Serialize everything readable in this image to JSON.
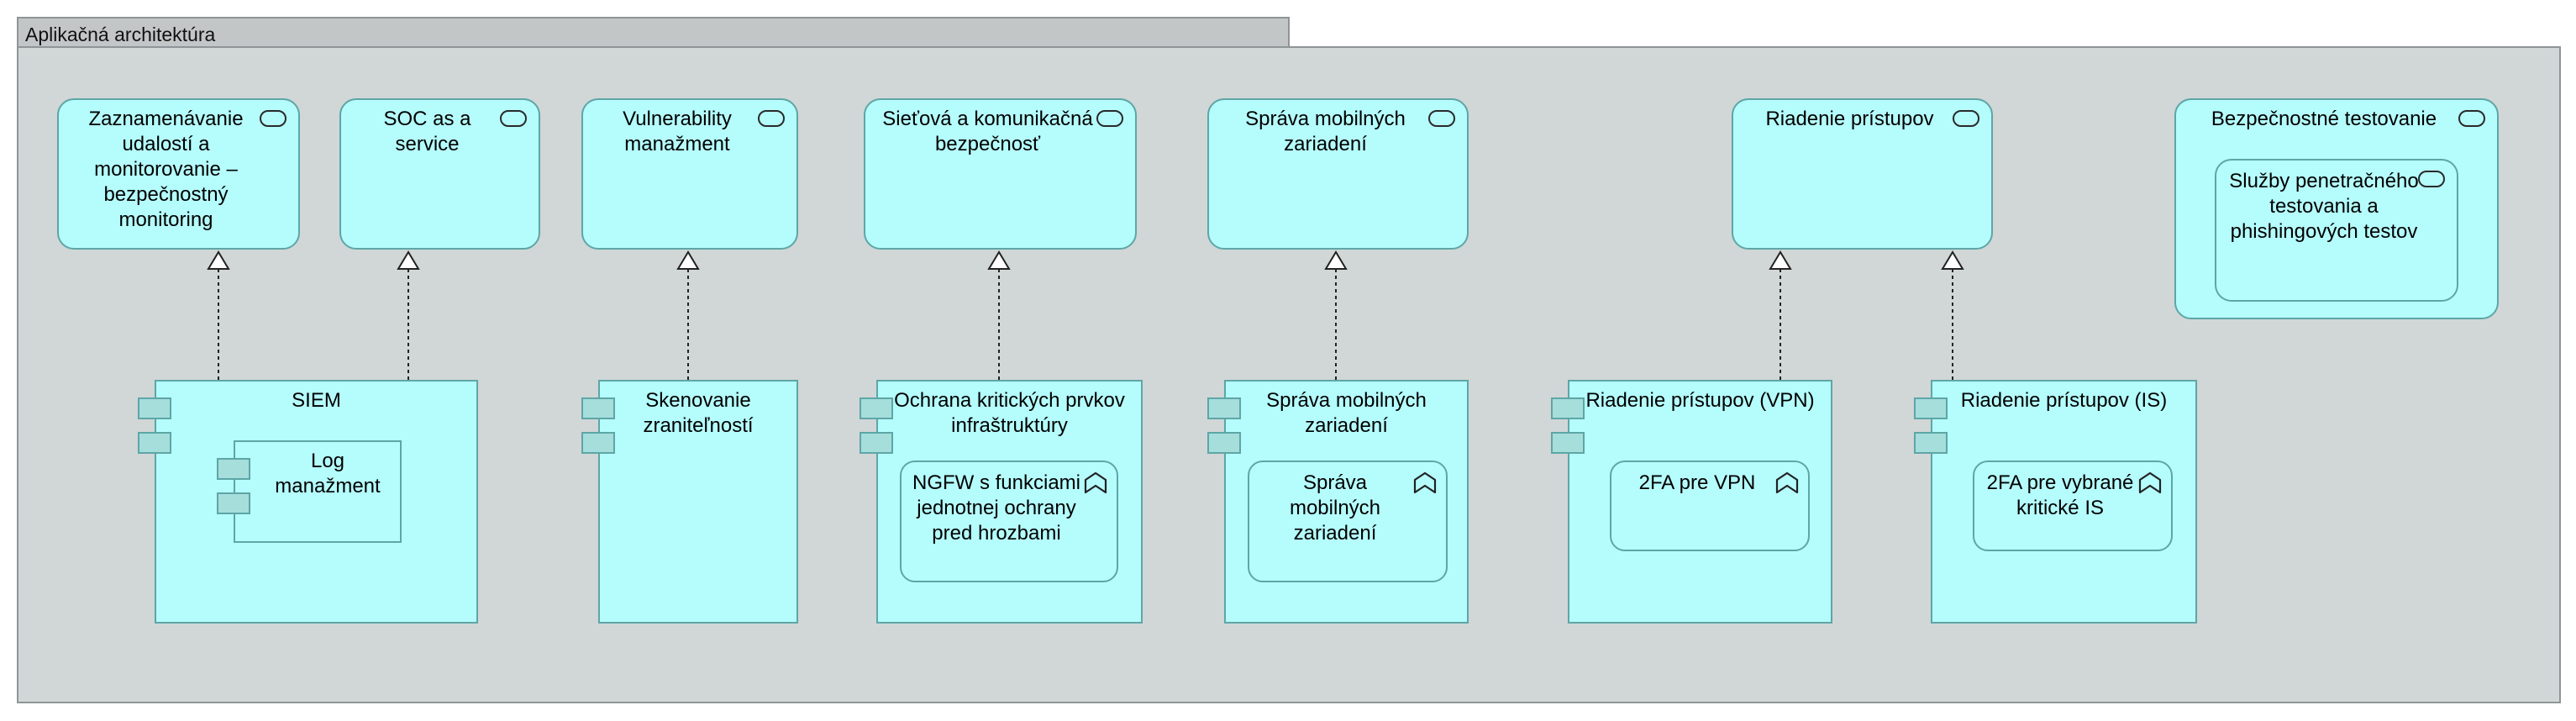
{
  "group": {
    "title": "Aplikačná architektúra"
  },
  "services": {
    "logging": "Zaznamenávanie udalostí a monitorovanie – bezpečnostný monitoring",
    "soc": "SOC as a service",
    "vuln": "Vulnerability manažment",
    "network": "Sieťová a komunikačná bezpečnosť",
    "mobile": "Správa mobilných zariadení",
    "access": "Riadenie prístupov",
    "testing": "Bezpečnostné testovanie",
    "pentest": "Služby penetračného testovania a phishingových testov"
  },
  "components": {
    "siem": "SIEM",
    "log": "Log manažment",
    "scan": "Skenovanie zraniteľností",
    "infra": "Ochrana kritických prvkov infraštruktúry",
    "mdm": "Správa mobilných zariadení",
    "vpn": "Riadenie prístupov (VPN)",
    "is": "Riadenie prístupov (IS)"
  },
  "functions": {
    "ngfw": "NGFW s funkciami jednotnej ochrany pred hrozbami",
    "mdm": "Správa mobilných zariadení",
    "vpn2fa": "2FA pre VPN",
    "is2fa": "2FA pre vybrané kritické IS"
  },
  "icons": {
    "service": "service-icon",
    "component": "component-icon",
    "function": "function-icon",
    "relationship": "realization-arrow"
  },
  "colors": {
    "element_fill": "#b5fcfc",
    "element_border": "#5ea6a6",
    "group_fill": "#d1d6d7",
    "group_tab": "#c3c6c7",
    "group_border": "#8f9596"
  }
}
